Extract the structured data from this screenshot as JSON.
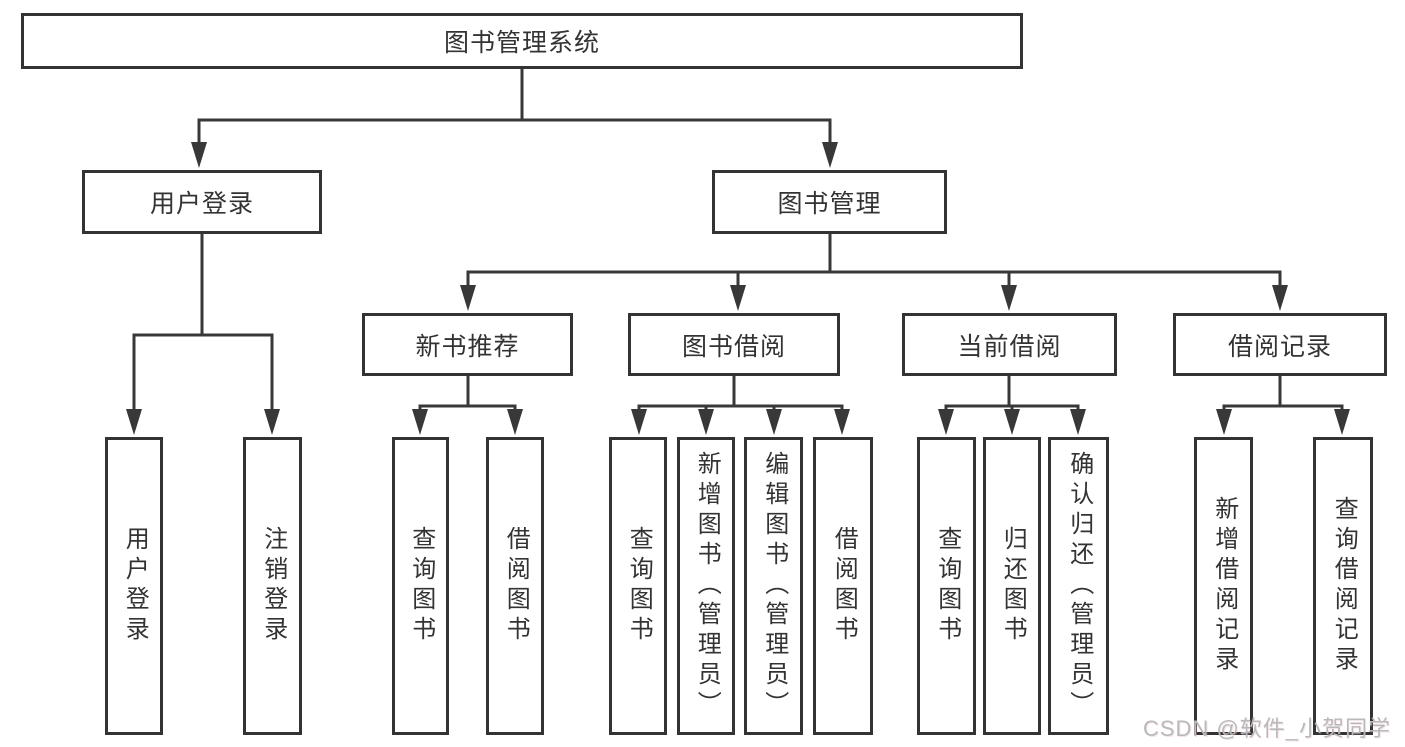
{
  "diagram": {
    "title": "图书管理系统",
    "root": {
      "label": "图书管理系统"
    },
    "level2": [
      {
        "label": "用户登录"
      },
      {
        "label": "图书管理"
      }
    ],
    "level3": [
      {
        "label": "新书推荐"
      },
      {
        "label": "图书借阅"
      },
      {
        "label": "当前借阅"
      },
      {
        "label": "借阅记录"
      }
    ],
    "leaves": [
      {
        "label": "用户登录"
      },
      {
        "label": "注销登录"
      },
      {
        "label": "查询图书"
      },
      {
        "label": "借阅图书"
      },
      {
        "label": "查询图书"
      },
      {
        "label": "新增图书（管理员）"
      },
      {
        "label": "编辑图书（管理员）"
      },
      {
        "label": "借阅图书"
      },
      {
        "label": "查询图书"
      },
      {
        "label": "归还图书"
      },
      {
        "label": "确认归还（管理员）"
      },
      {
        "label": "新增借阅记录"
      },
      {
        "label": "查询借阅记录"
      }
    ]
  },
  "watermark": "CSDN @软件_小贺同学",
  "colors": {
    "line": "#383838",
    "border": "#333333",
    "text": "#333333",
    "background": "#ffffff",
    "watermark": "#b9b9bd"
  }
}
